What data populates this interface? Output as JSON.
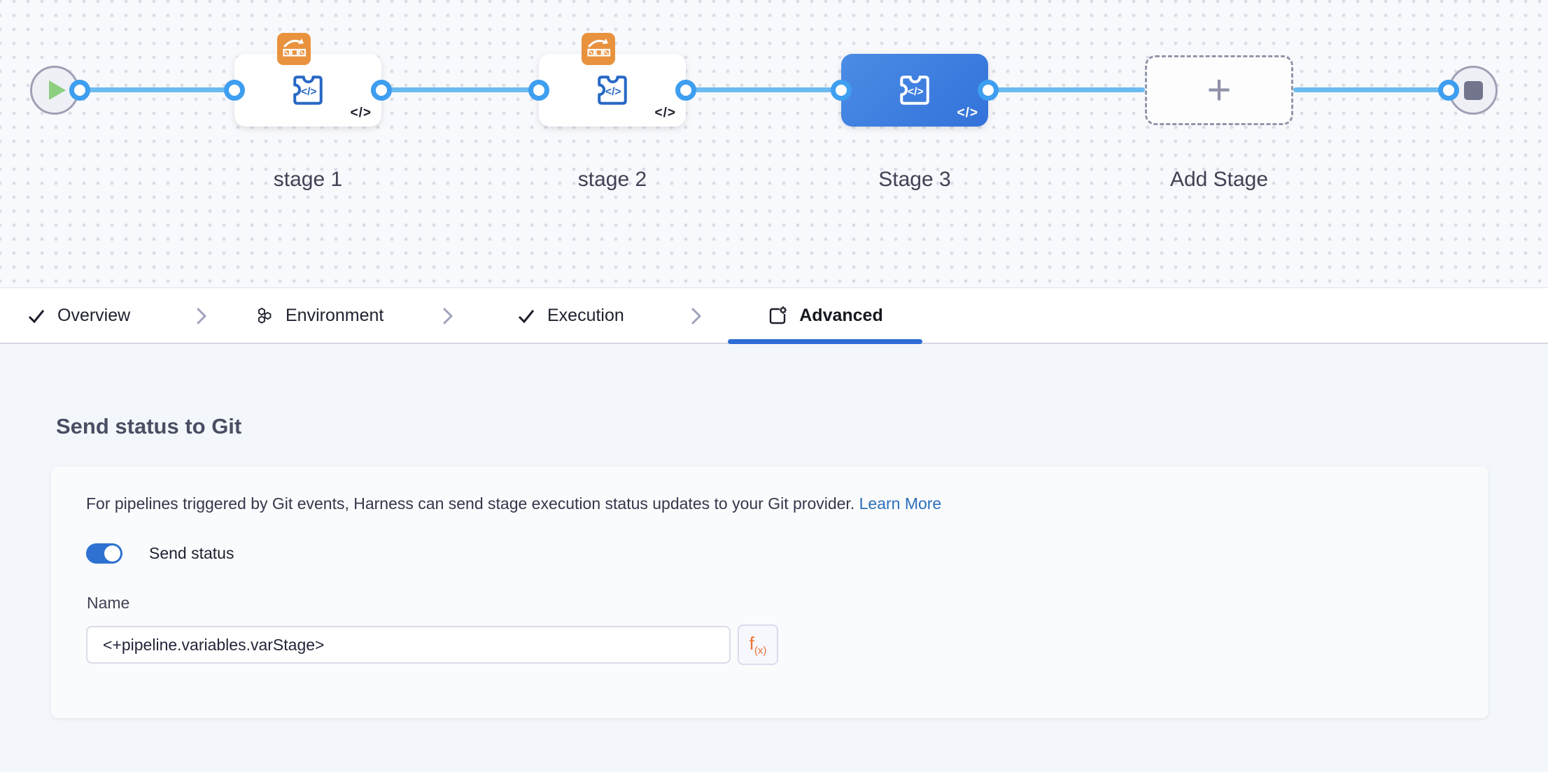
{
  "pipeline": {
    "stages": [
      {
        "label": "stage 1"
      },
      {
        "label": "stage 2"
      },
      {
        "label": "Stage 3"
      }
    ],
    "add_stage_label": "Add Stage",
    "code_glyph": "</>"
  },
  "tabs": {
    "overview": "Overview",
    "environment": "Environment",
    "execution": "Execution",
    "advanced": "Advanced",
    "active_tab": "Advanced"
  },
  "panel": {
    "heading": "Send status to Git",
    "description": "For pipelines triggered by Git events, Harness can send stage execution status updates to your Git provider.",
    "link_label": "Learn More",
    "toggle_label": "Send status",
    "toggle_state": "on",
    "name_label": "Name",
    "name_value": "<+pipeline.variables.varStage>",
    "expression_button_f": "f",
    "expression_button_sub": "(x)"
  },
  "colors": {
    "accent_blue": "#2d6ed5",
    "edge_blue": "#6cbbf0",
    "port_blue": "#3e9ef0",
    "selected_stage_blue": "#3372d9",
    "badge_orange": "#e8923e",
    "expression_orange": "#ee7038",
    "link_blue": "#2c6fba"
  }
}
